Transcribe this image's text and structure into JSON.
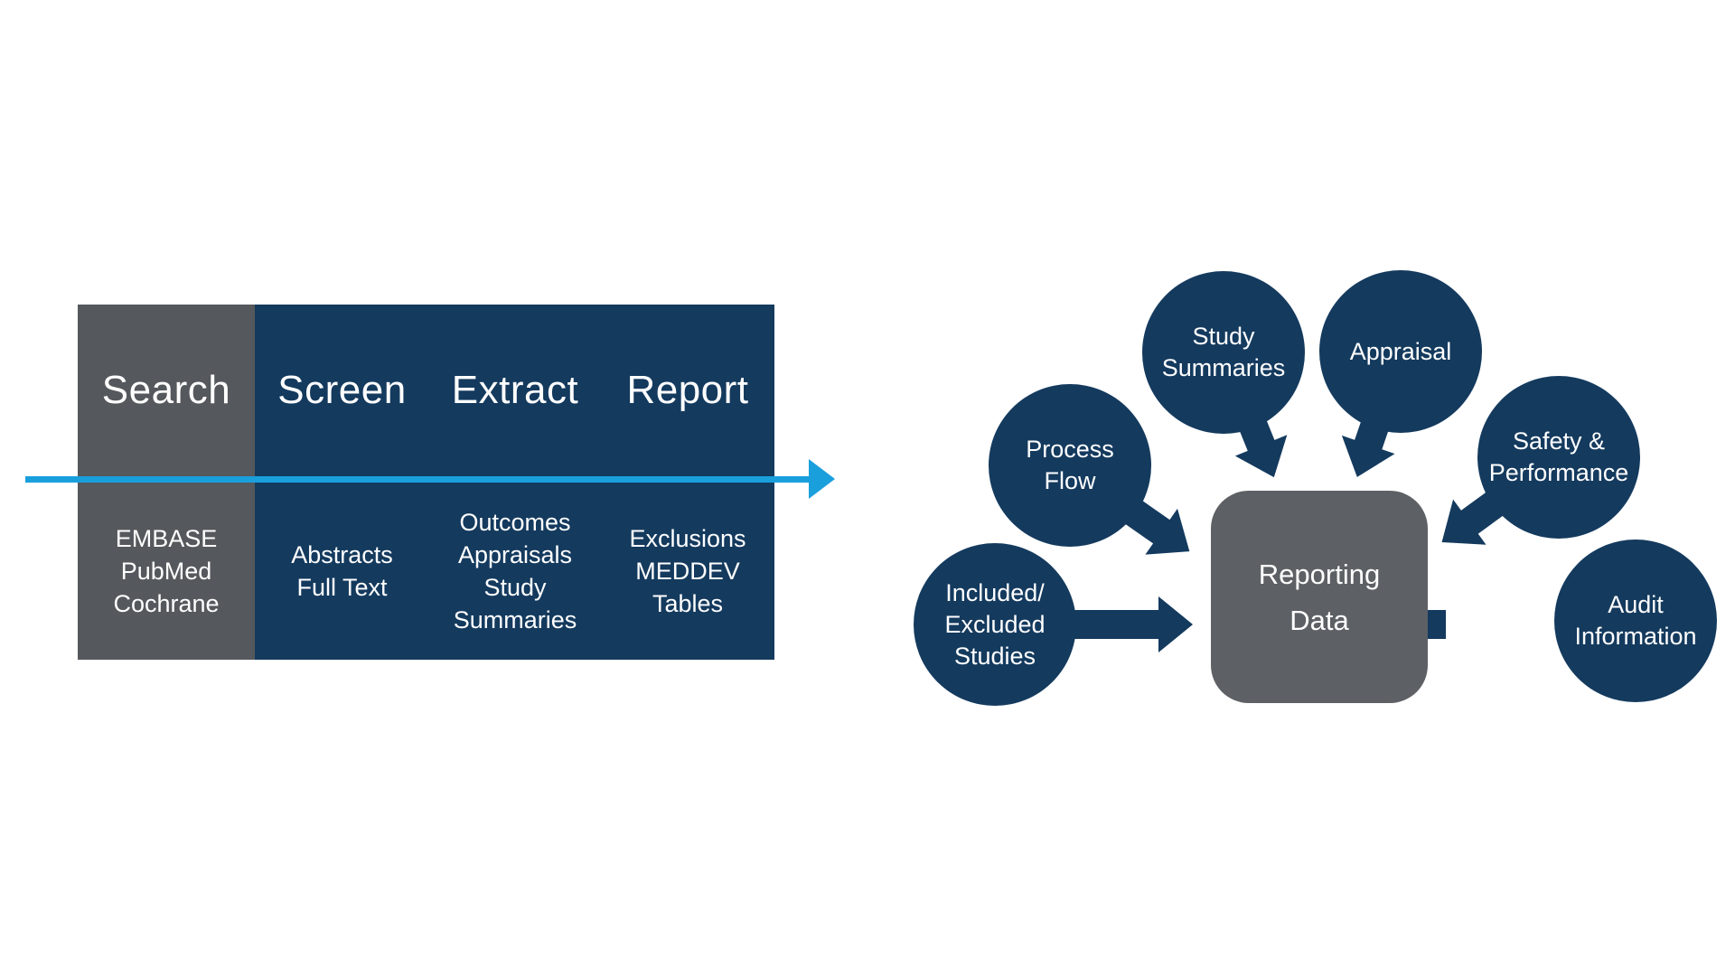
{
  "left_panel": {
    "columns": [
      {
        "header": "Search",
        "items": [
          "EMBASE",
          "PubMed",
          "Cochrane"
        ]
      },
      {
        "header": "Screen",
        "items": [
          "Abstracts",
          "Full Text"
        ]
      },
      {
        "header": "Extract",
        "items": [
          "Outcomes",
          "Appraisals",
          "Study",
          "Summaries"
        ]
      },
      {
        "header": "Report",
        "items": [
          "Exclusions",
          "MEDDEV",
          "Tables"
        ]
      }
    ]
  },
  "right_panel": {
    "center_box": {
      "line1": "Reporting",
      "line2": "Data"
    },
    "nodes": {
      "process_flow": {
        "line1": "Process",
        "line2": "Flow"
      },
      "study_summaries": {
        "line1": "Study",
        "line2": "Summaries"
      },
      "appraisal": {
        "line1": "Appraisal"
      },
      "safety_performance": {
        "line1": "Safety &",
        "line2": "Performance"
      },
      "included_excluded": {
        "line1": "Included/",
        "line2": "Excluded",
        "line3": "Studies"
      },
      "audit_information": {
        "line1": "Audit",
        "line2": "Information"
      }
    }
  },
  "colors": {
    "navy": "#143a5e",
    "column_gray": "#55585c",
    "box_gray": "#5d6064",
    "arrow_blue": "#1a9fdd",
    "text_white": "#ffffff"
  }
}
